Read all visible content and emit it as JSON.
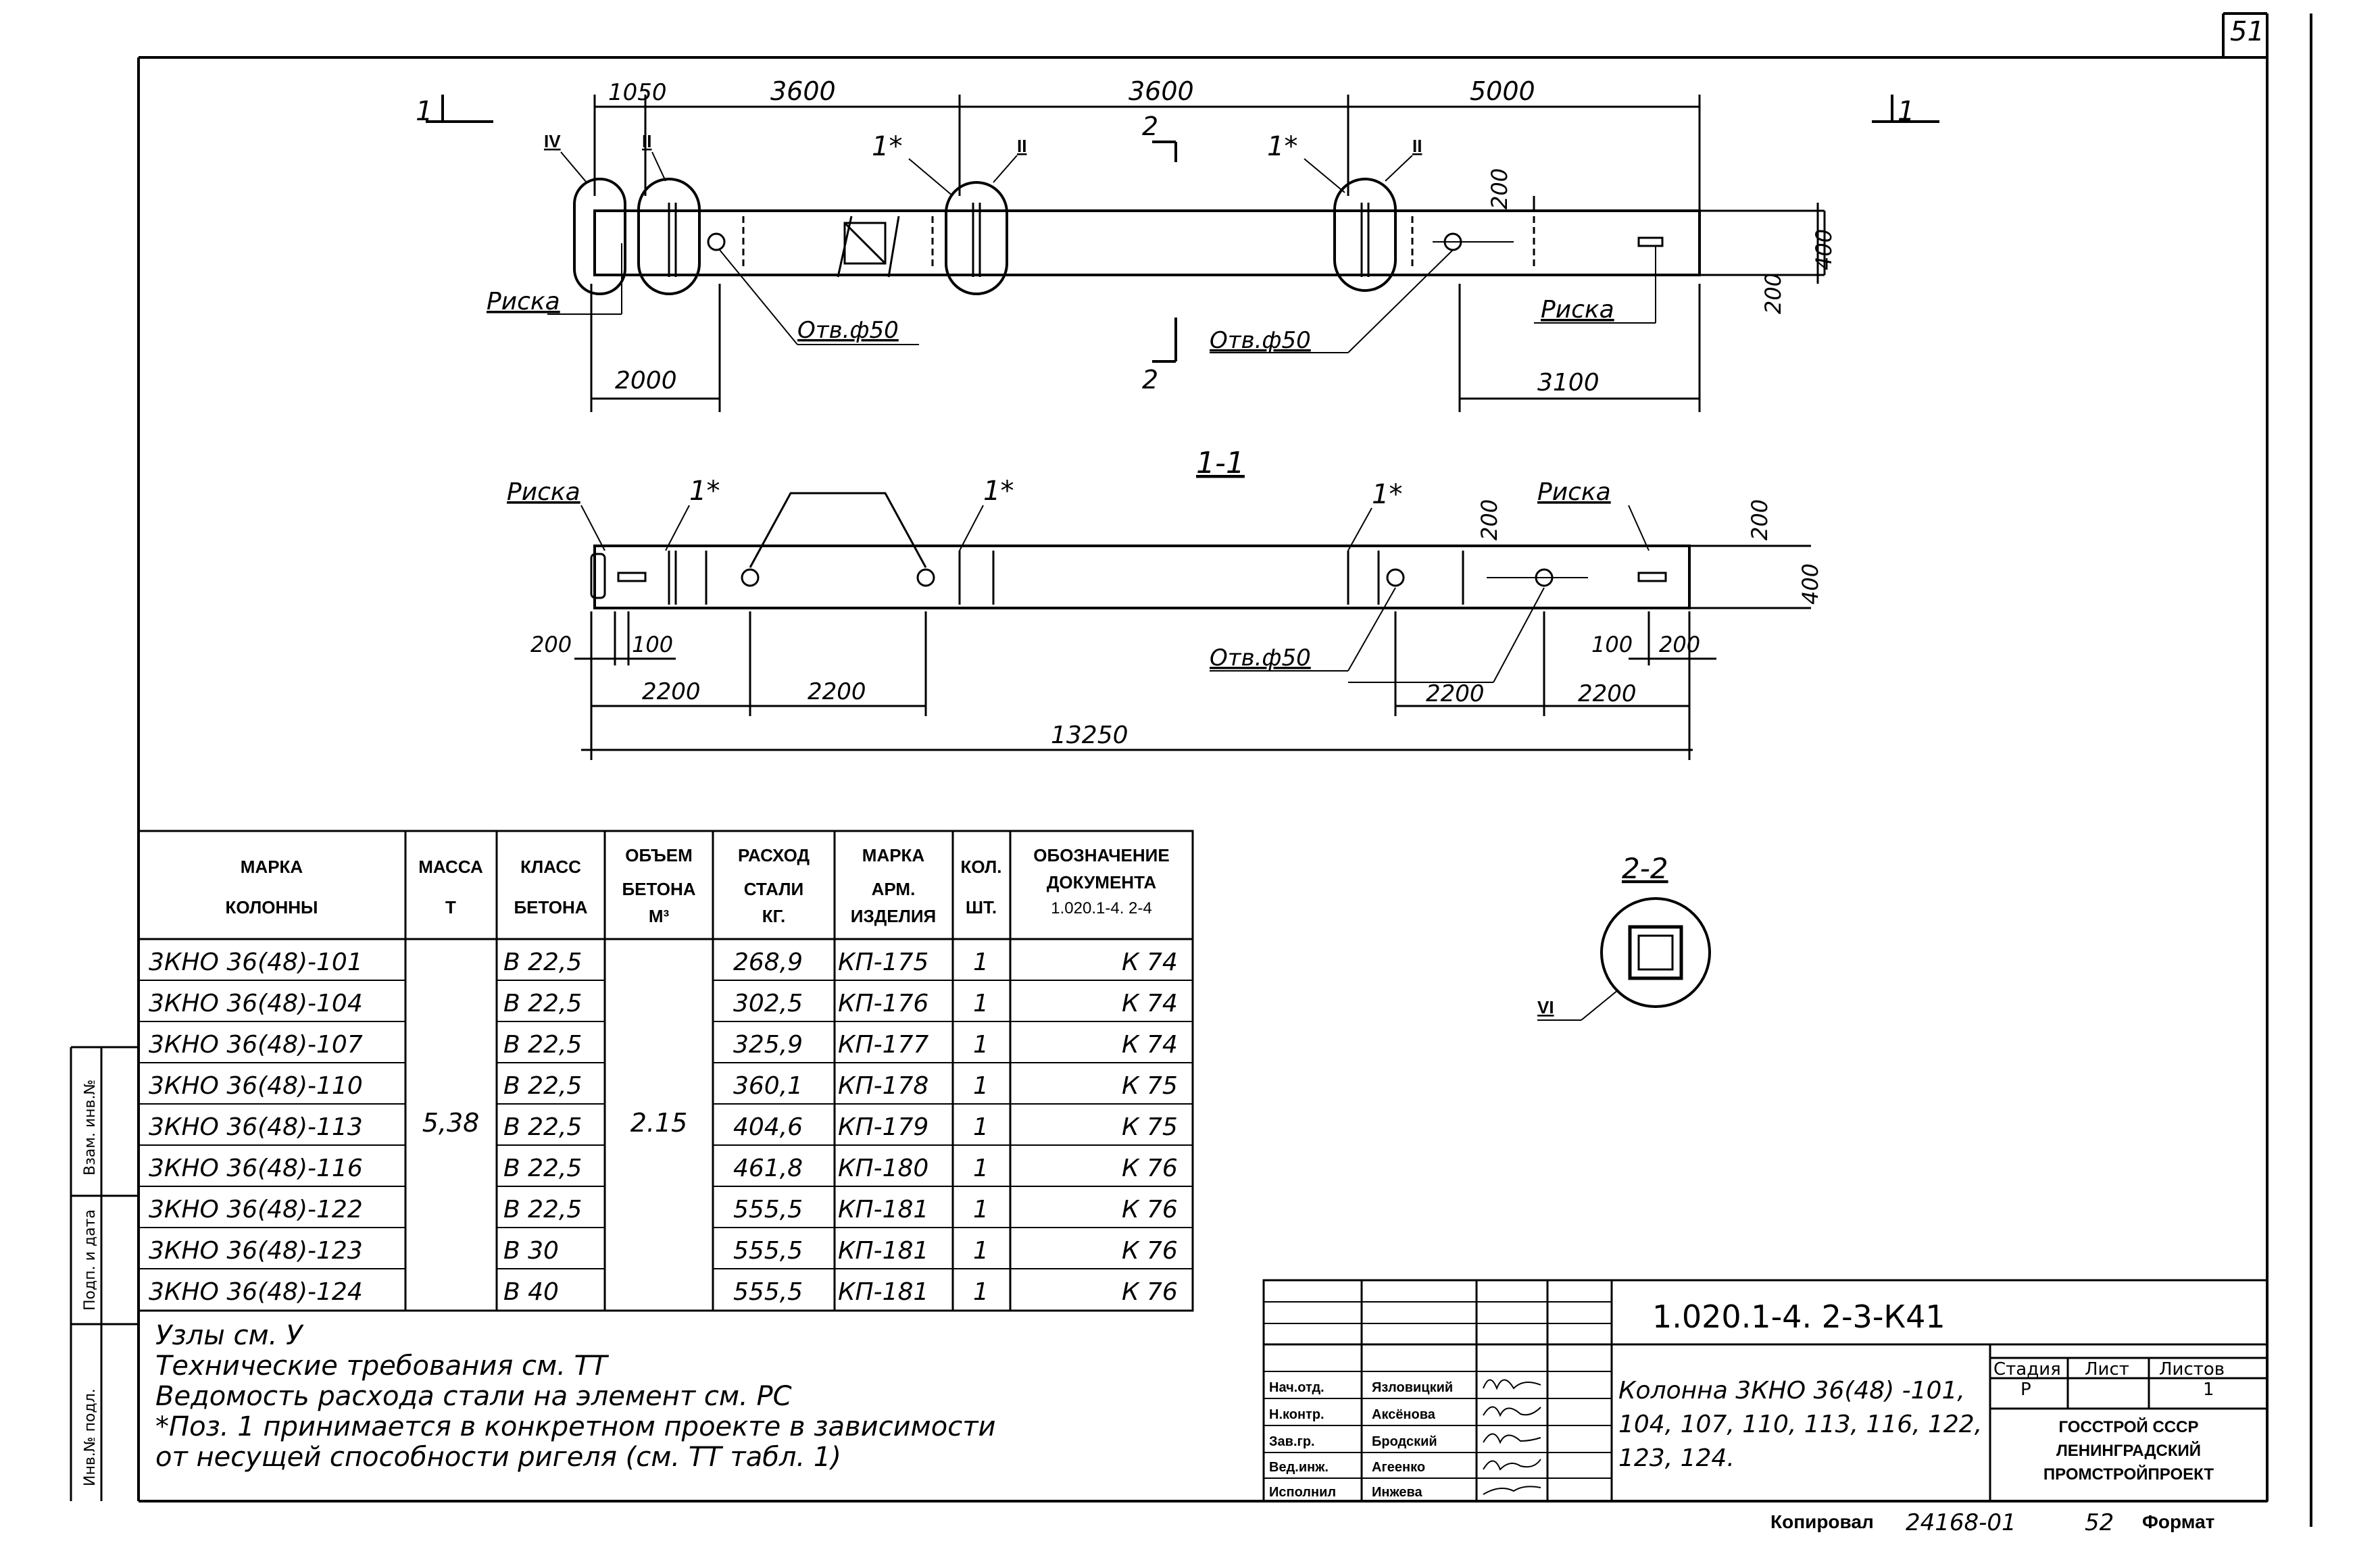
{
  "sheet_number": "51",
  "plan": {
    "top_dims": [
      "1050",
      "3600",
      "3600",
      "5000"
    ],
    "section_mark": "1",
    "section_mark_2": "2",
    "roman_4": "IV",
    "roman_2": "II",
    "star_label": "1*",
    "riska": "Риска",
    "hole": "Отв.ф50",
    "dim_2000": "2000",
    "dim_3100": "3100",
    "dim_200": "200",
    "dim_400": "400"
  },
  "section": {
    "title": "1-1",
    "riska": "Риска",
    "star_label": "1*",
    "hole": "Отв.ф50",
    "dim_200": "200",
    "dim_100": "100",
    "dim_400": "400",
    "dim_2200": "2200",
    "total": "13250"
  },
  "section22": {
    "title": "2-2",
    "roman_6": "VI"
  },
  "table": {
    "headers": [
      [
        "МАРКА",
        "КОЛОННЫ"
      ],
      [
        "МАССА",
        "Т"
      ],
      [
        "КЛАСС",
        "БЕТОНА"
      ],
      [
        "ОБЪЕМ",
        "БЕТОНА",
        "М³"
      ],
      [
        "РАСХОД",
        "СТАЛИ",
        "КГ."
      ],
      [
        "МАРКА",
        "АРМ.",
        "ИЗДЕЛИЯ"
      ],
      [
        "КОЛ.",
        "ШТ."
      ],
      [
        "ОБОЗНАЧЕНИЕ",
        "ДОКУМЕНТА",
        "1.020.1-4. 2-4"
      ]
    ],
    "mass": "5,38",
    "volume": "2.15",
    "rows": [
      {
        "mark": "3КНО 36(48)-101",
        "cls": "В 22,5",
        "steel": "268,9",
        "arm": "КП-175",
        "qty": "1",
        "doc": "К 74"
      },
      {
        "mark": "3КНО 36(48)-104",
        "cls": "В 22,5",
        "steel": "302,5",
        "arm": "КП-176",
        "qty": "1",
        "doc": "К 74"
      },
      {
        "mark": "3КНО 36(48)-107",
        "cls": "В 22,5",
        "steel": "325,9",
        "arm": "КП-177",
        "qty": "1",
        "doc": "К 74"
      },
      {
        "mark": "3КНО 36(48)-110",
        "cls": "В 22,5",
        "steel": "360,1",
        "arm": "КП-178",
        "qty": "1",
        "doc": "К 75"
      },
      {
        "mark": "3КНО 36(48)-113",
        "cls": "В 22,5",
        "steel": "404,6",
        "arm": "КП-179",
        "qty": "1",
        "doc": "К 75"
      },
      {
        "mark": "3КНО 36(48)-116",
        "cls": "В 22,5",
        "steel": "461,8",
        "arm": "КП-180",
        "qty": "1",
        "doc": "К 76"
      },
      {
        "mark": "3КНО 36(48)-122",
        "cls": "В 22,5",
        "steel": "555,5",
        "arm": "КП-181",
        "qty": "1",
        "doc": "К 76"
      },
      {
        "mark": "3КНО 36(48)-123",
        "cls": "В 30",
        "steel": "555,5",
        "arm": "КП-181",
        "qty": "1",
        "doc": "К 76"
      },
      {
        "mark": "3КНО 36(48)-124",
        "cls": "В 40",
        "steel": "555,5",
        "arm": "КП-181",
        "qty": "1",
        "doc": "К 76"
      }
    ]
  },
  "notes": [
    "Узлы см. У",
    "Технические требования см. ТТ",
    "Ведомость расхода стали на элемент см. РС",
    "*Поз. 1 принимается в конкретном проекте в зависимости",
    "от несущей способности ригеля (см. ТТ табл. 1)"
  ],
  "title_block": {
    "code": "1.020.1-4.  2-3-К41",
    "roles": [
      "Нач.отд.",
      "Н.контр.",
      "Зав.гр.",
      "Вед.инж.",
      "Исполнил"
    ],
    "names": [
      "Язловицкий",
      "Аксёнова",
      "Бродский",
      "Агеенко",
      "Инжева"
    ],
    "title_lines": [
      "Колонна 3КНО 36(48) -101,",
      "104, 107, 110, 113, 116, 122,",
      "123, 124."
    ],
    "stage_label": "Стадия",
    "sheet_label": "Лист",
    "sheets_label": "Листов",
    "stage": "Р",
    "sheets": "1",
    "org": [
      "ГОССТРОЙ СССР",
      "ЛЕНИНГРАДСКИЙ",
      "ПРОМСТРОЙПРОЕКТ"
    ]
  },
  "left_margin": [
    "Взам. инв.№",
    "Подп. и дата",
    "Инв.№ подл."
  ],
  "footer": {
    "copied": "Копировал",
    "number": "24168-01",
    "sheet": "52",
    "format": "Формат"
  }
}
